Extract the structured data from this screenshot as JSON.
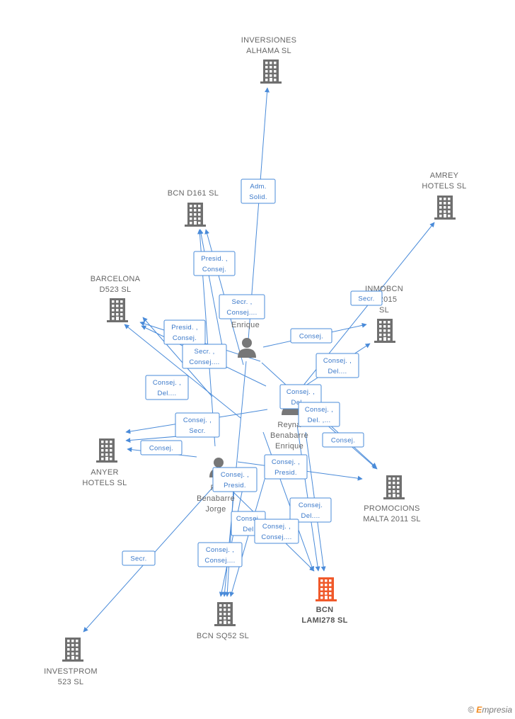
{
  "colors": {
    "edge": "#4a8bd9",
    "building": "#6f6f6f",
    "focus": "#f0592a",
    "person": "#777777"
  },
  "nodes": [
    {
      "id": "alhama",
      "type": "company",
      "lines": [
        "INVERSIONES",
        "ALHAMA SL"
      ]
    },
    {
      "id": "amrey",
      "type": "company",
      "lines": [
        "AMREY",
        "HOTELS SL"
      ]
    },
    {
      "id": "d161",
      "type": "company",
      "lines": [
        "BCN D161  SL"
      ]
    },
    {
      "id": "barcelona",
      "type": "company",
      "lines": [
        "BARCELONA",
        "D523  SL"
      ]
    },
    {
      "id": "inmobcn",
      "type": "company",
      "lines": [
        "INMOBCN",
        "S 2015",
        "SL"
      ]
    },
    {
      "id": "anyer",
      "type": "company",
      "lines": [
        "ANYER",
        "HOTELS SL"
      ]
    },
    {
      "id": "promocions",
      "type": "company",
      "lines": [
        "PROMOCIONS",
        "MALTA 2011 SL"
      ]
    },
    {
      "id": "lami",
      "type": "focus",
      "lines": [
        "BCN",
        "LAMI278  SL"
      ]
    },
    {
      "id": "sq52",
      "type": "company",
      "lines": [
        "BCN SQ52  SL"
      ]
    },
    {
      "id": "investprom",
      "type": "company",
      "lines": [
        "INVESTPROM",
        "523  SL"
      ]
    },
    {
      "id": "enrique1",
      "type": "person",
      "lines": [
        "Enrique"
      ]
    },
    {
      "id": "reyna",
      "type": "person",
      "lines": [
        "Reyna",
        "Benabarre",
        "Enrique"
      ]
    },
    {
      "id": "jorge",
      "type": "person",
      "lines": [
        "Re",
        "Benabarre",
        "Jorge"
      ]
    }
  ],
  "edge_labels": [
    [
      "Adm.",
      "Solid."
    ],
    [
      "Presid. ,",
      "Consej."
    ],
    [
      "Secr. ,",
      "Consej...."
    ],
    [
      "Secr."
    ],
    [
      "Consej."
    ],
    [
      "Presid. ,",
      "Consej."
    ],
    [
      "Secr. ,",
      "Consej...."
    ],
    [
      "Consej. ,",
      "Del...."
    ],
    [
      "Consej. ,",
      "Del...."
    ],
    [
      "Consej. ,",
      "Del...."
    ],
    [
      "Consej. ,",
      "Del. ,..."
    ],
    [
      "Consej. ,",
      "Secr."
    ],
    [
      "Consej."
    ],
    [
      "Consej."
    ],
    [
      "Consej. ,",
      "Presid."
    ],
    [
      "Consej. ,",
      "Presid."
    ],
    [
      "Consej.",
      "Del...."
    ],
    [
      "Consej.",
      "Del"
    ],
    [
      "Consej. ,",
      "Consej...."
    ],
    [
      "Consej. ,",
      "Consej...."
    ],
    [
      "Secr."
    ]
  ],
  "footer": {
    "copyright": "©",
    "brand_initial": "E",
    "brand_rest": "mpresia"
  }
}
